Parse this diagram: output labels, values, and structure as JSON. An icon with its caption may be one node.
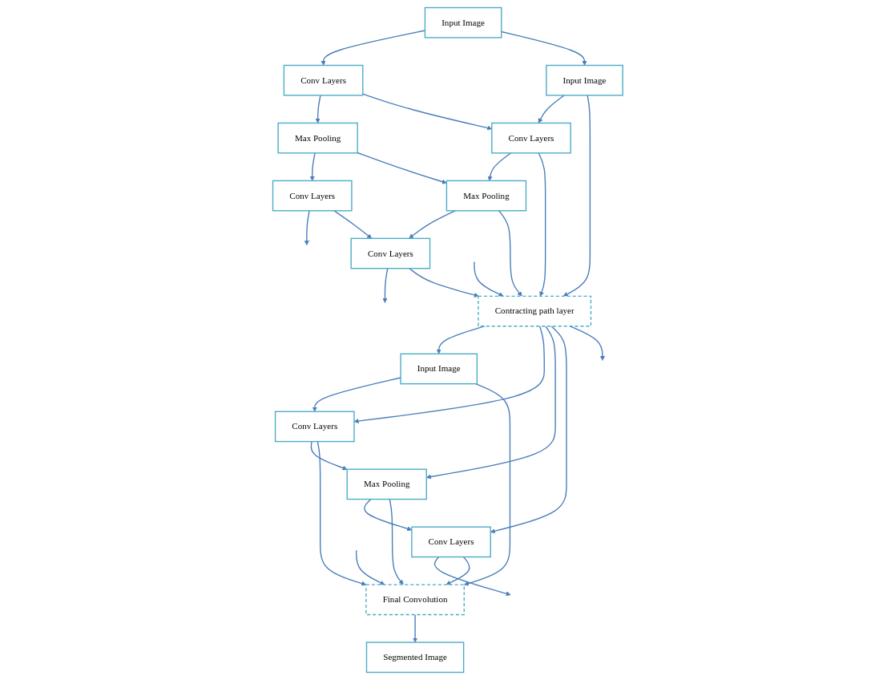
{
  "diagram": {
    "nodes": [
      {
        "text": [
          "Input Image"
        ]
      },
      {
        "text": [
          "Conv Layers"
        ]
      },
      {
        "text": [
          "Max Pooling"
        ]
      },
      {
        "text": [
          "Conv Layers"
        ]
      },
      {
        "text": [
          "Input Image"
        ]
      },
      {
        "text": [
          "Conv Layers"
        ]
      },
      {
        "text": [
          "Max Pooling"
        ]
      },
      {
        "text": [
          "Conv Layers"
        ]
      },
      {
        "text": [
          "Contracting path layer"
        ]
      },
      {
        "text": [
          "Input Image"
        ]
      },
      {
        "text": [
          "Conv Layers"
        ]
      },
      {
        "text": [
          "Max Pooling"
        ]
      },
      {
        "text": [
          "Conv Layers"
        ]
      },
      {
        "text": [
          "Final Convolution"
        ]
      },
      {
        "text": [
          "Segmented Image"
        ]
      }
    ],
    "edges": [
      {
        "from": 0,
        "to": 1,
        "arrow": "to"
      },
      {
        "from": 1,
        "to": 2,
        "arrow": "to"
      },
      {
        "from": 2,
        "to": 3,
        "arrow": "to"
      },
      {
        "from": 3,
        "to": null,
        "arrow": "to"
      },
      {
        "from": 0,
        "to": 4,
        "arrow": "to"
      },
      {
        "from": 1,
        "to": 5,
        "arrow": "to"
      },
      {
        "from": 2,
        "to": 6,
        "arrow": "to"
      },
      {
        "from": 3,
        "to": 7,
        "arrow": "to"
      },
      {
        "from": 4,
        "to": 5,
        "arrow": "to"
      },
      {
        "from": 5,
        "to": 6,
        "arrow": "to"
      },
      {
        "from": 6,
        "to": 7,
        "arrow": "to"
      },
      {
        "from": 7,
        "to": null,
        "arrow": "to"
      },
      {
        "from": 4,
        "to": 8,
        "arrow": "to"
      },
      {
        "from": 5,
        "to": 8,
        "arrow": "to"
      },
      {
        "from": 6,
        "to": 8,
        "arrow": "to"
      },
      {
        "from": 7,
        "to": 8,
        "arrow": "to"
      },
      {
        "from": null,
        "to": 8,
        "arrow": "to"
      },
      {
        "from": 8,
        "to": 9,
        "arrow": "to"
      },
      {
        "from": 8,
        "to": 10,
        "arrow": "to"
      },
      {
        "from": 8,
        "to": 11,
        "arrow": "to"
      },
      {
        "from": 8,
        "to": 12,
        "arrow": "to"
      },
      {
        "from": 8,
        "to": null,
        "arrow": "to"
      },
      {
        "from": 9,
        "to": 10,
        "arrow": "to"
      },
      {
        "from": 10,
        "to": 11,
        "arrow": "to"
      },
      {
        "from": 11,
        "to": 12,
        "arrow": "to"
      },
      {
        "from": 12,
        "to": null,
        "arrow": "to"
      },
      {
        "from": 9,
        "to": 13,
        "arrow": "to"
      },
      {
        "from": 10,
        "to": 13,
        "arrow": "to"
      },
      {
        "from": 11,
        "to": 13,
        "arrow": "to"
      },
      {
        "from": 12,
        "to": 13,
        "arrow": "to"
      },
      {
        "from": null,
        "to": 13,
        "arrow": "to"
      },
      {
        "from": 13,
        "to": 14,
        "arrow": "to"
      }
    ]
  }
}
